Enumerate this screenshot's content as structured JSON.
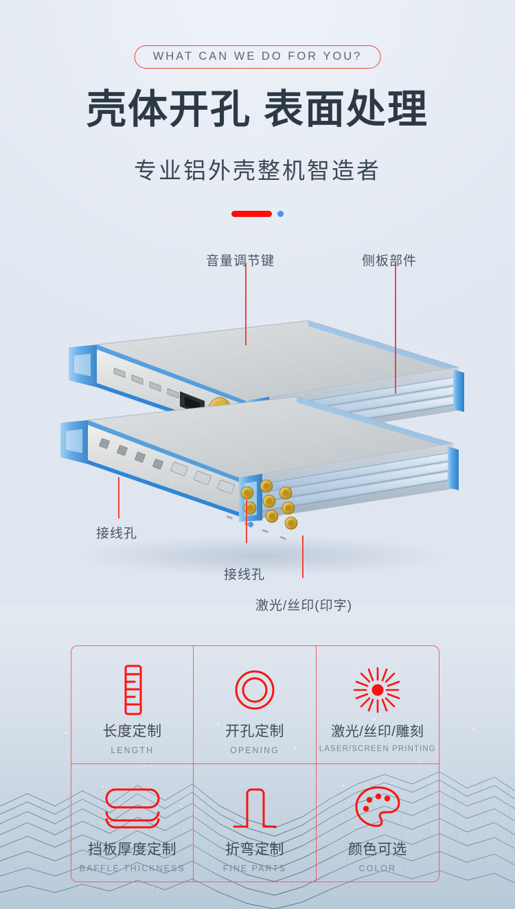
{
  "header": {
    "badge": "WHAT CAN WE DO FOR YOU?",
    "title_left": "壳体开孔",
    "title_right": "表面处理",
    "subtitle": "专业铝外壳整机智造者",
    "accent_red": "#fb0f07",
    "accent_blue": "#4a92e6"
  },
  "product": {
    "callouts": [
      {
        "label": "音量调节键"
      },
      {
        "label": "侧板部件"
      },
      {
        "label": "接线孔"
      },
      {
        "label": "接线孔"
      },
      {
        "label": "激光/丝印(印字)"
      }
    ]
  },
  "features": [
    {
      "icon": "ruler-icon",
      "cn": "长度定制",
      "en": "LENGTH"
    },
    {
      "icon": "circle-hole-icon",
      "cn": "开孔定制",
      "en": "OPENING"
    },
    {
      "icon": "laser-burst-icon",
      "cn": "激光/丝印/雕刻",
      "en": "LASER/SCREEN PRINTING"
    },
    {
      "icon": "stacked-plates-icon",
      "cn": "挡板厚度定制",
      "en": "BAFFLE THICKNESS"
    },
    {
      "icon": "bend-profile-icon",
      "cn": "折弯定制",
      "en": "FINE PARTS"
    },
    {
      "icon": "palette-icon",
      "cn": "颜色可选",
      "en": "COLOR"
    }
  ]
}
